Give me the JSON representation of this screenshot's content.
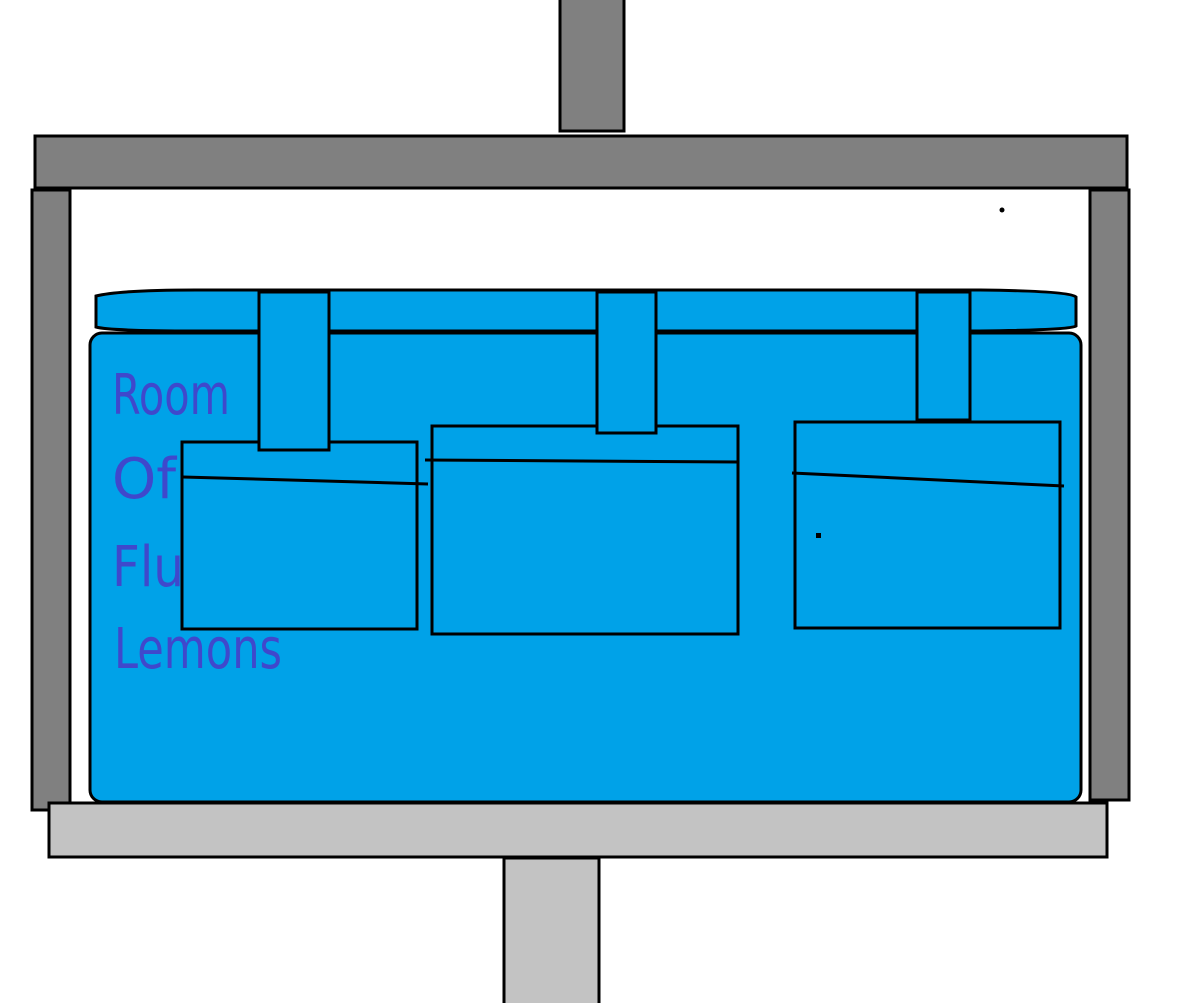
{
  "colors": {
    "background": "#ffffff",
    "frame_dark": "#808080",
    "frame_light": "#c3c3c3",
    "tank": "#00a2e8",
    "outline": "#000000",
    "handwriting": "#3f48cc"
  },
  "label_lines": [
    "Room",
    "Of",
    "Flu",
    "Lemons"
  ]
}
